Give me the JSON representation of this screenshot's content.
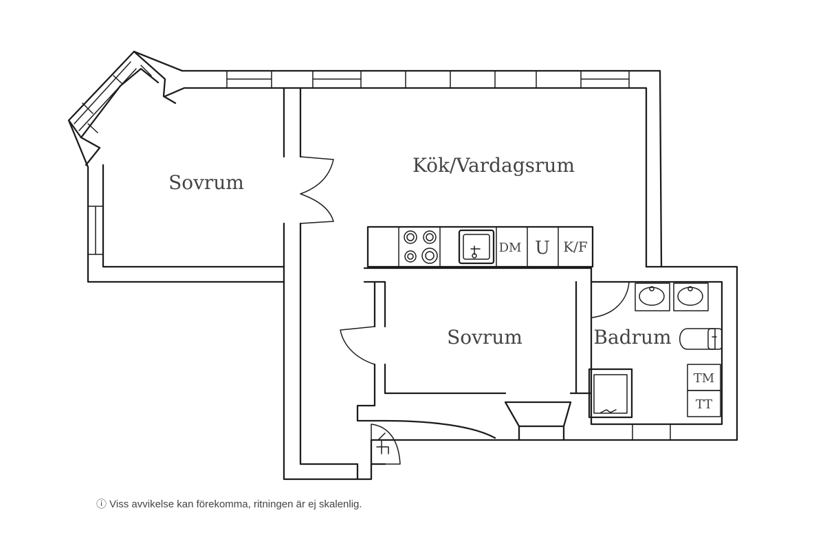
{
  "rooms": {
    "bedroom_left": "Sovrum",
    "kitchen_living": "Kök/Vardagsrum",
    "bedroom_center": "Sovrum",
    "bathroom": "Badrum"
  },
  "fixtures": {
    "dishwasher": "DM",
    "oven": "U",
    "fridge_freezer": "K/F",
    "washing_machine": "TM",
    "dryer": "TT"
  },
  "disclaimer": {
    "icon": "info-circle-icon",
    "text": "ⓘ Viss avvikelse kan förekomma, ritningen är ej skalenlig."
  }
}
